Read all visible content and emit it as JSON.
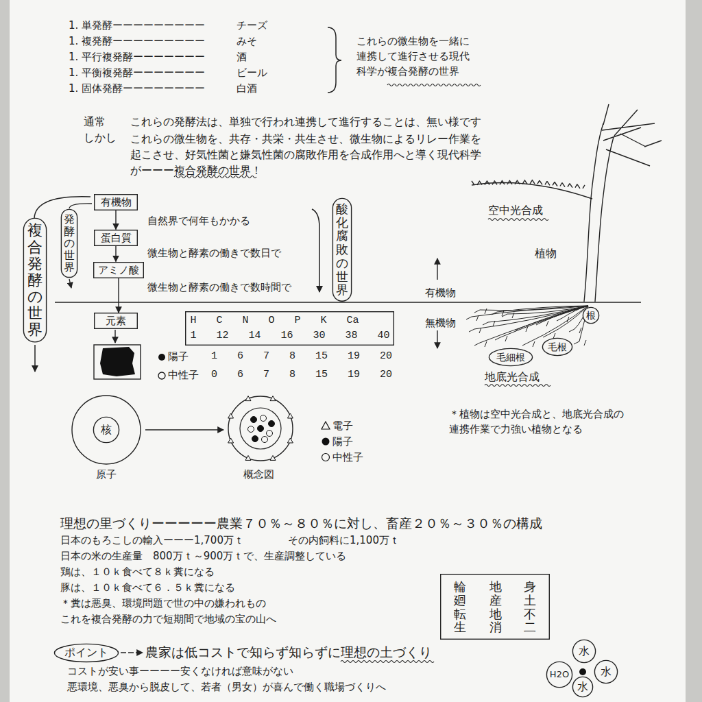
{
  "diagram": {
    "nodes": [
      {
        "text": [
          "有機物"
        ]
      },
      {
        "text": [
          "蛋白質"
        ]
      },
      {
        "text": [
          "アミノ酸"
        ]
      },
      {
        "text": [
          "元素"
        ]
      },
      {
        "text": [
          "H C N O P K Ca",
          "1 12 14 16 30 38 40"
        ]
      },
      {
        "text": [
          "複合発酵の世界"
        ]
      },
      {
        "text": [
          "発酵の世界"
        ]
      },
      {
        "text": [
          "酸化腐敗の世界"
        ]
      },
      {
        "text": [
          "核"
        ]
      },
      {
        "text": [
          "根"
        ]
      },
      {
        "text": [
          "毛根"
        ]
      },
      {
        "text": [
          "毛細根"
        ]
      },
      {
        "text": [
          "身土不二",
          "地産地消",
          "輪廻転生"
        ]
      },
      {
        "text": [
          "ポイント"
        ]
      },
      {
        "text": [
          "水"
        ]
      },
      {
        "text": [
          "水"
        ]
      },
      {
        "text": [
          "H2O"
        ]
      },
      {
        "text": [
          "水"
        ]
      }
    ],
    "edges": [
      {
        "from": 0,
        "to": 1,
        "arrow": "to"
      },
      {
        "from": 1,
        "to": 2,
        "arrow": "to"
      },
      {
        "from": 2,
        "to": 3,
        "arrow": "to"
      }
    ],
    "labels": [
      "1. 単発酵ーーーーーーーーー",
      "チーズ",
      "1. 複発酵ーーーーーーーーー",
      "みそ",
      "1. 平行複発酵ーーーーーーー",
      "酒",
      "1. 平衡複発酵ーーーーーーー",
      "ビール",
      "1. 固体発酵ーーーーーーーー",
      "白酒",
      "これらの微生物を一緒に 連携して進行させる現代 科学が複合発酵の世界",
      "通常",
      "これらの発酵法は、単独で行われ連携して進行することは、無い様です",
      "しかし",
      "これらの微生物を、共存・共栄・共生させ、微生物によるリレー作業を 起こさせ、好気性菌と嫌気性菌の腐敗作用を合成作用へと導く現代科学 がーーー複合発酵の世界！",
      "自然界で何年もかかる",
      "微生物と酵素の働きで数日で",
      "微生物と酵素の働きで数時間で",
      "陽子",
      "1 6 7 8 15 19 20",
      "中性子",
      "0 6 7 8 15 19 20",
      "原子",
      "概念図",
      "空中光合成",
      "植物",
      "有機物",
      "無機物",
      "地底光合成",
      "＊植物は空中光合成と、地底光合成の 連携作業で力強い植物となる",
      "理想の里づくりーーーーー農業７０％～８０％に対し、畜産２０％～３０％の構成",
      "日本のもろこしの輸入ーーー1,700万ｔ",
      "その内飼料に1,100万ｔ",
      "日本の米の生産量　800万ｔ～900万ｔで、生産調整している",
      "鶏は、１０ｋ食べて８ｋ糞になる",
      "豚は、１０ｋ食べて６．５ｋ糞になる",
      "＊糞は悪臭、環境問題で世の中の嫌われもの",
      "これを複合発酵の力で短期間で地域の宝の山へ",
      "農家は低コストで知らず知らずに理想の土づくり",
      "コストが安い事ーーーー安くなければ意味がない",
      "悪環境、悪臭から脱皮して、若者（男女）が喜んで働く職場づくりへ"
    ],
    "legend": [
      {
        "text": "電子"
      },
      {
        "text": "陽子"
      },
      {
        "text": "中性子"
      }
    ]
  }
}
